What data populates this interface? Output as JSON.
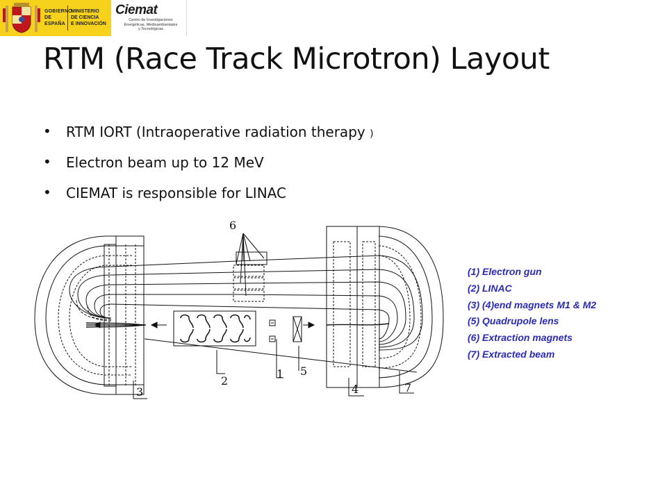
{
  "header": {
    "gobierno": [
      "GOBIERNO",
      "DE ESPAÑA"
    ],
    "ministerio": [
      "MINISTERIO",
      "DE CIENCIA",
      "E INNOVACIÓN"
    ],
    "ciemat_name": "Ciemat",
    "ciemat_tagline": [
      "Centro de Investigaciones",
      "Energéticas, Medioambientales",
      "y Tecnológicas"
    ],
    "colors": {
      "gov_yellow": "#f6d21c",
      "shield_red": "#c0171c"
    }
  },
  "title": "RTM (Race Track Microtron) Layout",
  "bullets": [
    {
      "text": "RTM IORT (Intraoperative radiation therapy ",
      "suffix": ")"
    },
    {
      "text": "Electron beam up to 12 MeV"
    },
    {
      "text": "CIEMAT is responsible for LINAC"
    }
  ],
  "diagram": {
    "labels": {
      "n1": "1",
      "n2": "2",
      "n3": "3",
      "n4": "4",
      "n5": "5",
      "n6": "6",
      "n7": "7"
    }
  },
  "legend": [
    "(1) Electron gun",
    "(2) LINAC",
    "(3) (4)end magnets M1 & M2",
    "(5) Quadrupole lens",
    "(6) Extraction magnets",
    "(7) Extracted beam"
  ],
  "legend_color": "#2a2ab4"
}
